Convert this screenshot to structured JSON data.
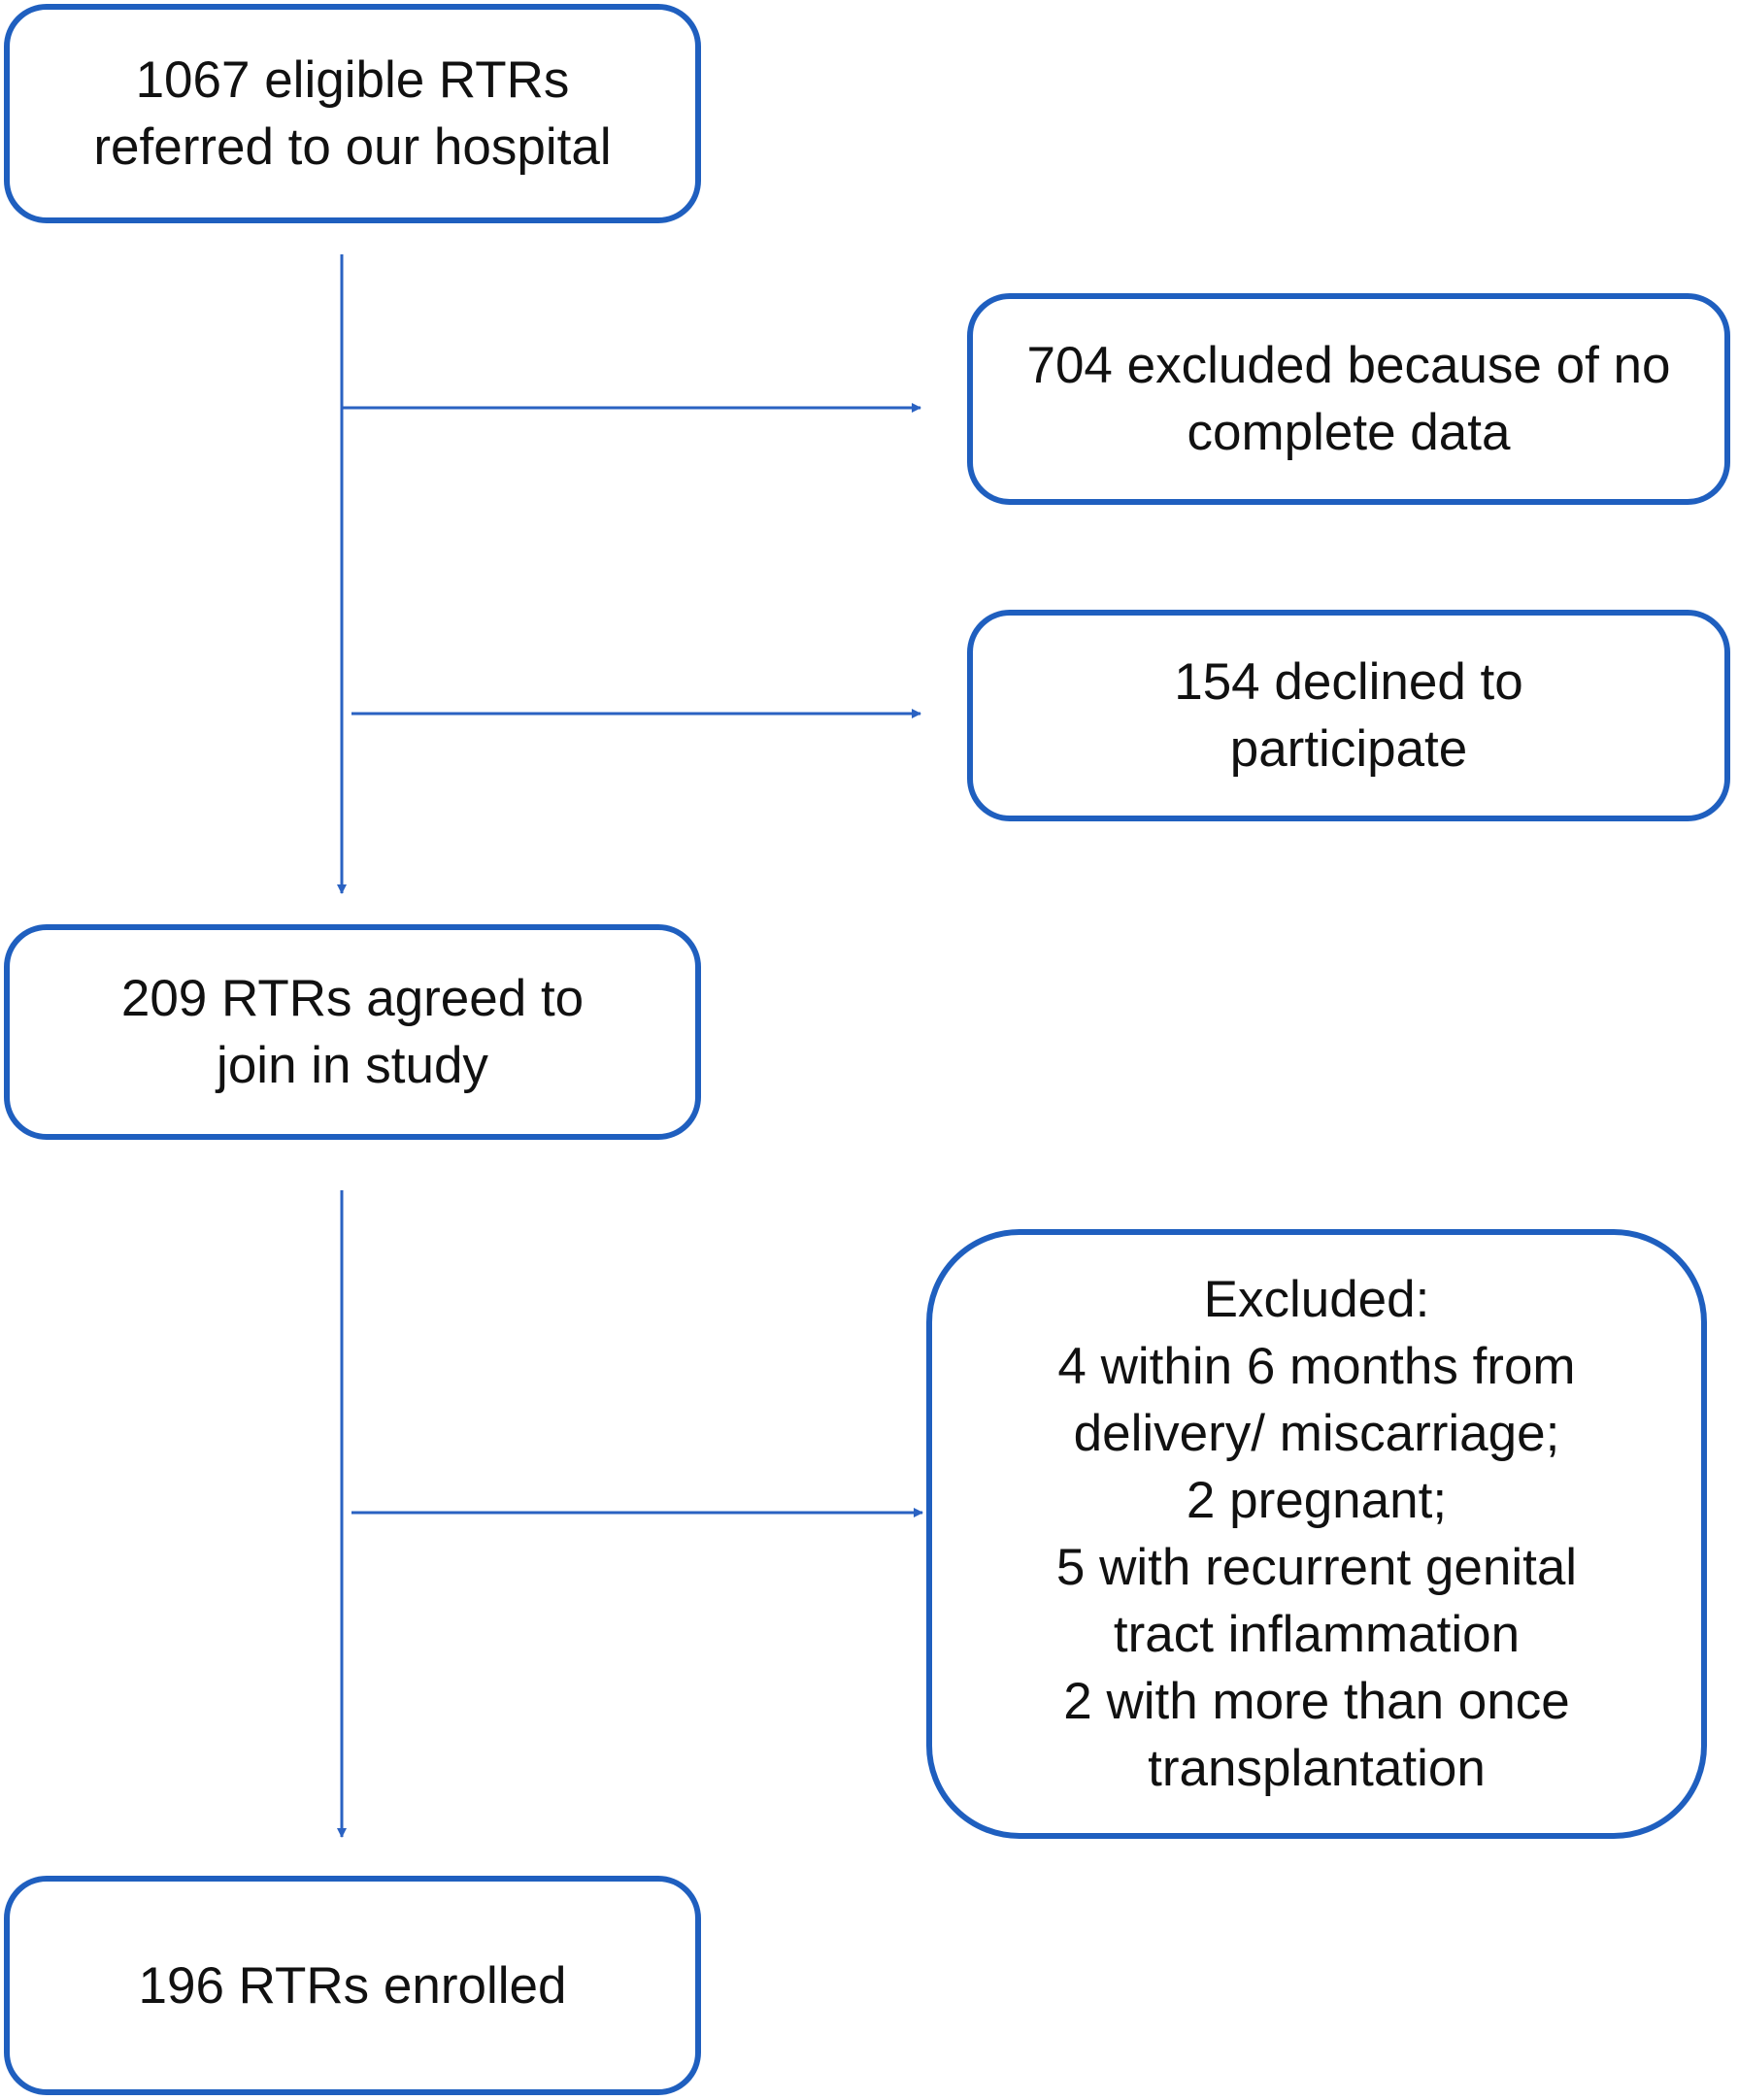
{
  "colors": {
    "accent": "#1f5fbf",
    "text": "#111111",
    "background": "#ffffff"
  },
  "boxes": {
    "referred": {
      "lines": [
        "1067 eligible RTRs",
        "referred to our hospital"
      ]
    },
    "excluded_incomplete": {
      "lines": [
        "704 excluded because of no",
        "complete data"
      ]
    },
    "declined": {
      "lines": [
        "154 declined to",
        "participate"
      ]
    },
    "agreed": {
      "lines": [
        "209 RTRs agreed to",
        "join in study"
      ]
    },
    "excluded_criteria": {
      "lines": [
        "Excluded:",
        "4 within 6 months from",
        "delivery/ miscarriage;",
        "2 pregnant;",
        "5 with recurrent genital",
        "tract inflammation",
        "2 with more than once",
        "transplantation"
      ]
    },
    "enrolled": {
      "lines": [
        "196 RTRs enrolled"
      ]
    }
  }
}
